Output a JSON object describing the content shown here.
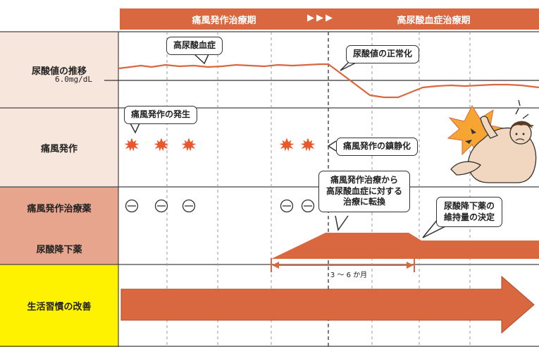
{
  "phases": {
    "left": "痛風発作治療期",
    "arrows": "▶▶▶",
    "right": "高尿酸血症治療期"
  },
  "rows": {
    "uric_trend": "尿酸値の推移",
    "gout_attack": "痛風発作",
    "attack_treatment": "痛風発作治療薬",
    "uric_lowering": "尿酸降下薬",
    "lifestyle": "生活習慣の改善"
  },
  "threshold_label": "6.0mg/dL",
  "callouts": {
    "hyperuricemia": "高尿酸血症",
    "normalization": "尿酸値の正常化",
    "attack_onset": "痛風発作の発生",
    "attack_subside": "痛風発作の鎮静化",
    "switch_line1": "痛風発作治療から",
    "switch_line2": "高尿酸血症に対する",
    "switch_line3": "治療に転換",
    "maintenance_line1": "尿酸降下薬の",
    "maintenance_line2": "維持量の決定"
  },
  "duration_label": "3 ～ 6 か月",
  "colors": {
    "accent": "#d9673f",
    "label_bg_light": "#f7e6dc",
    "label_bg_mid": "#e8a58e",
    "label_bg_yellow": "#fff200",
    "star": "#e8582d"
  },
  "icons": [
    "starburst-icon",
    "pill-icon",
    "pain-man-illustration"
  ]
}
